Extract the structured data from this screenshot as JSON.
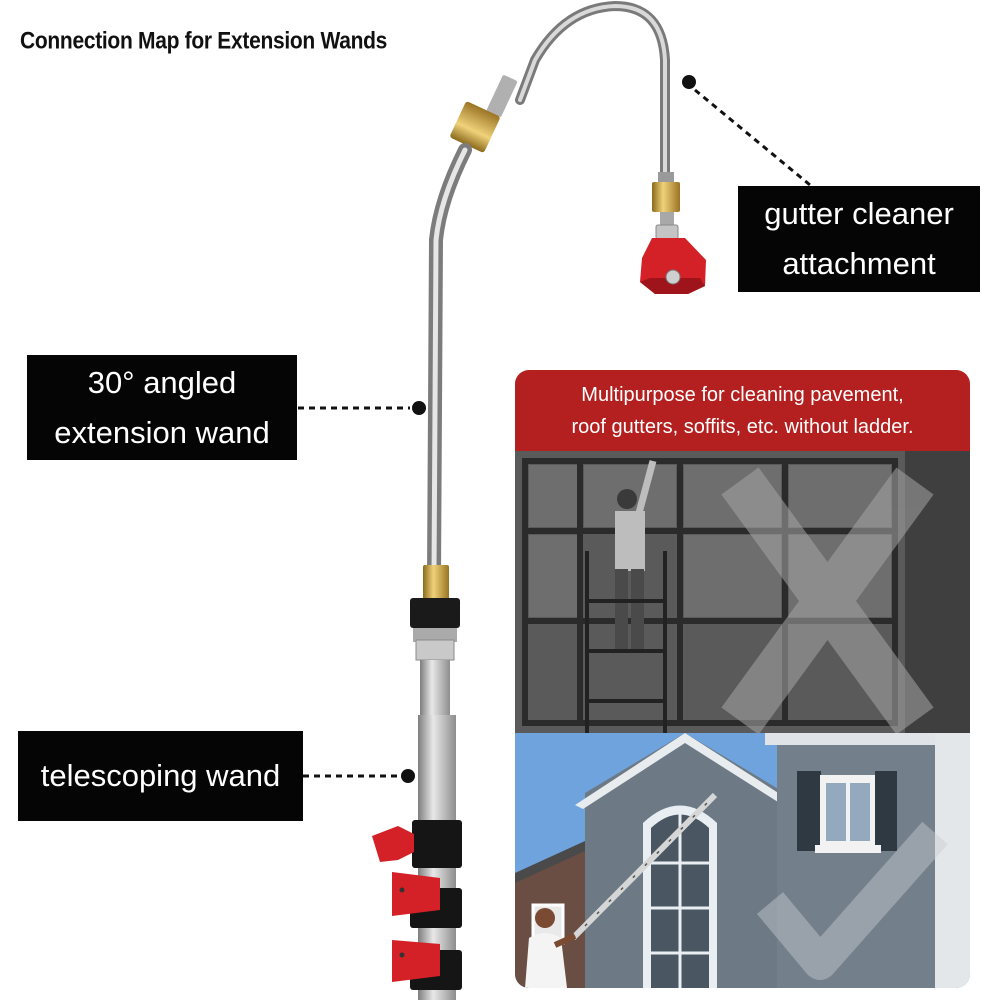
{
  "title": "Connection Map for Extension Wands",
  "callouts": {
    "gutter": "gutter cleaner\nattachment",
    "angled": "30° angled\nextension wand",
    "telescoping": "telescoping wand"
  },
  "panel": {
    "banner": "Multipurpose for cleaning pavement,\nroof gutters, soffits, etc. without ladder.",
    "top_mark": "X",
    "bottom_mark": "check"
  },
  "colors": {
    "banner_red": "#b3201f",
    "nozzle_red": "#d42128",
    "brass": "#c9a23a",
    "label_bg": "#050505"
  }
}
